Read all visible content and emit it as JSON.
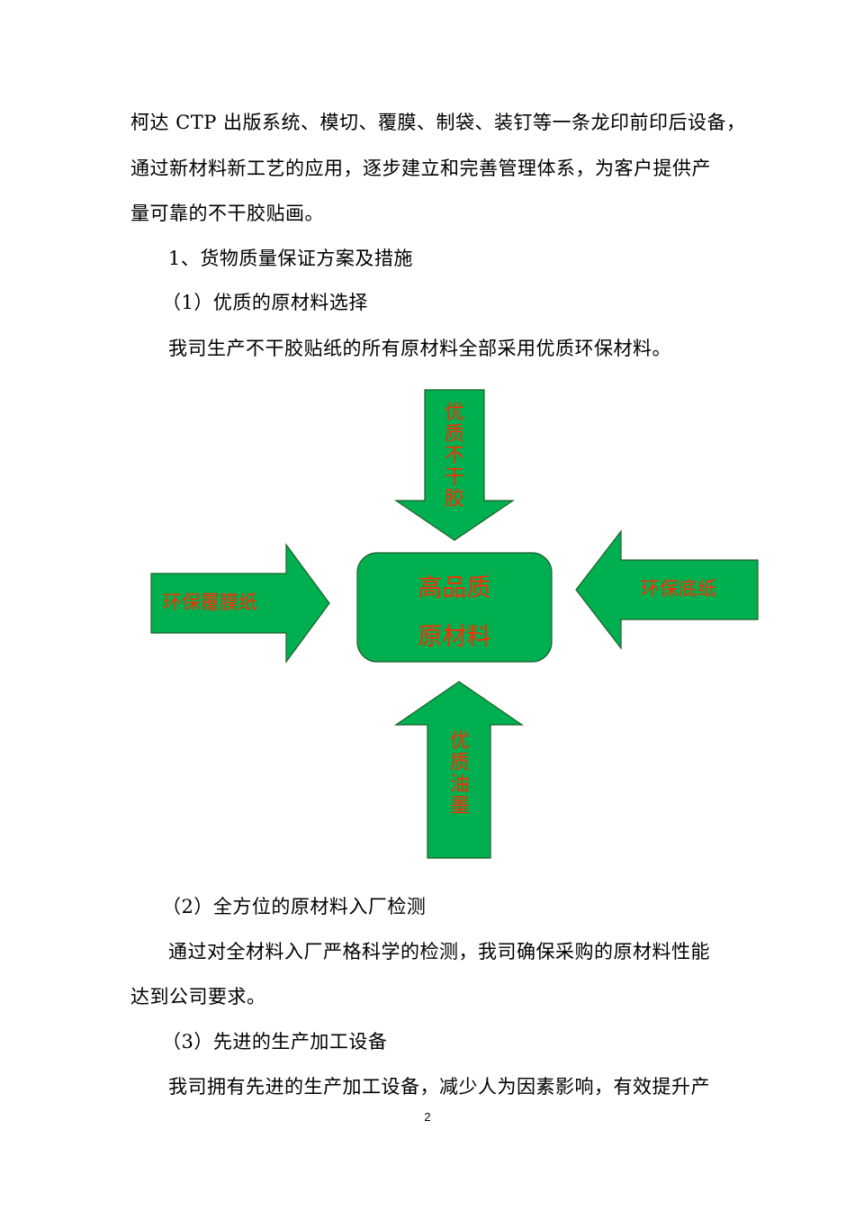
{
  "document": {
    "paragraphs": [
      "柯达 CTP 出版系统、模切、覆膜、制袋、装钉等一条龙印前印后设备，",
      "通过新材料新工艺的应用，逐步建立和完善管理体系，为客户提供产",
      "量可靠的不干胶贴画。",
      "1、货物质量保证方案及措施",
      "（1）优质的原材料选择",
      "我司生产不干胶贴纸的所有原材料全部采用优质环保材料。",
      "（2）全方位的原材料入厂检测",
      "通过对全材料入厂严格科学的检测，我司确保采购的原材料性能",
      "达到公司要求。",
      "（3）先进的生产加工设备",
      "我司拥有先进的生产加工设备，减少人为因素影响，有效提升产"
    ],
    "page_number": "2"
  },
  "diagram": {
    "fill_color": "#00b050",
    "text_color": "#ff2a00",
    "center": {
      "line1": "高品质",
      "line2": "原材料"
    },
    "top_arrow": {
      "chars": [
        "优",
        "质",
        "不",
        "干",
        "胶"
      ]
    },
    "left_arrow": {
      "label": "环保覆膜纸"
    },
    "right_arrow": {
      "label": "环保底纸"
    },
    "bottom_arrow": {
      "chars": [
        "优",
        "质",
        "油",
        "墨"
      ]
    }
  }
}
